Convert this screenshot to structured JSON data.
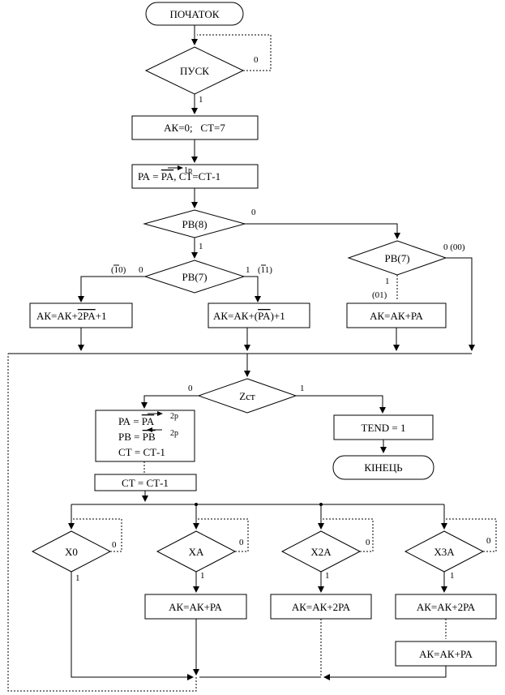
{
  "blocks": {
    "start": "ПОЧАТОК",
    "pusk": "ПУСК",
    "init": "АК=0;   СТ=7",
    "shift1_lhs": "РА = ",
    "shift1_pa": "PA",
    "shift1_sup": "1р",
    "shift1_rest": ", СТ=СТ-1",
    "pb8": "PB(8)",
    "pb7_left": "PB(7)",
    "pb7_right": "PB(7)",
    "ak_2pa_a": "АК=АК+",
    "ak_2pa_b": "2PA",
    "ak_2pa_c": "+1",
    "ak_pa_a": "АК=АК+(",
    "ak_pa_b": "PA",
    "ak_pa_c": ")+1",
    "ak_plus_pa_right": "АК=АК+РА",
    "zct": "Zст",
    "shift2_l1_lhs": "РА = ",
    "shift2_l1_var": "PA",
    "shift2_l2_lhs": "РВ = ",
    "shift2_l2_var": "PB",
    "shift2_sup": "2р",
    "shift2_l3": "СТ = СТ-1",
    "ct_dec": "СТ = СТ-1",
    "tend": "TEND = 1",
    "end": "КІНЕЦЬ",
    "x0": "X0",
    "xa": "XA",
    "x2a": "X2A",
    "x3a": "X3A",
    "xa_act": "АК=АК+РА",
    "x2a_act": "АК=АК+2РА",
    "x3a_act1": "АК=АК+2РА",
    "x3a_act2": "АК=АК+РА"
  },
  "labels": {
    "pusk_0": "0",
    "pusk_1": "1",
    "pb8_0": "0",
    "pb8_1": "1",
    "pb7l_0": "0",
    "pb7l_10": "(10)",
    "pb7l_1": "1",
    "pb7l_11": "(11)",
    "pb7r_0": "0 (00)",
    "pb7r_1": "1",
    "pb7r_01": "(01)",
    "zct_0": "0",
    "zct_1": "1",
    "x0_0": "0",
    "x0_1": "1",
    "xa_0": "0",
    "xa_1": "1",
    "x2a_0": "0",
    "x2a_1": "1",
    "x3a_0": "0",
    "x3a_1": "1"
  }
}
